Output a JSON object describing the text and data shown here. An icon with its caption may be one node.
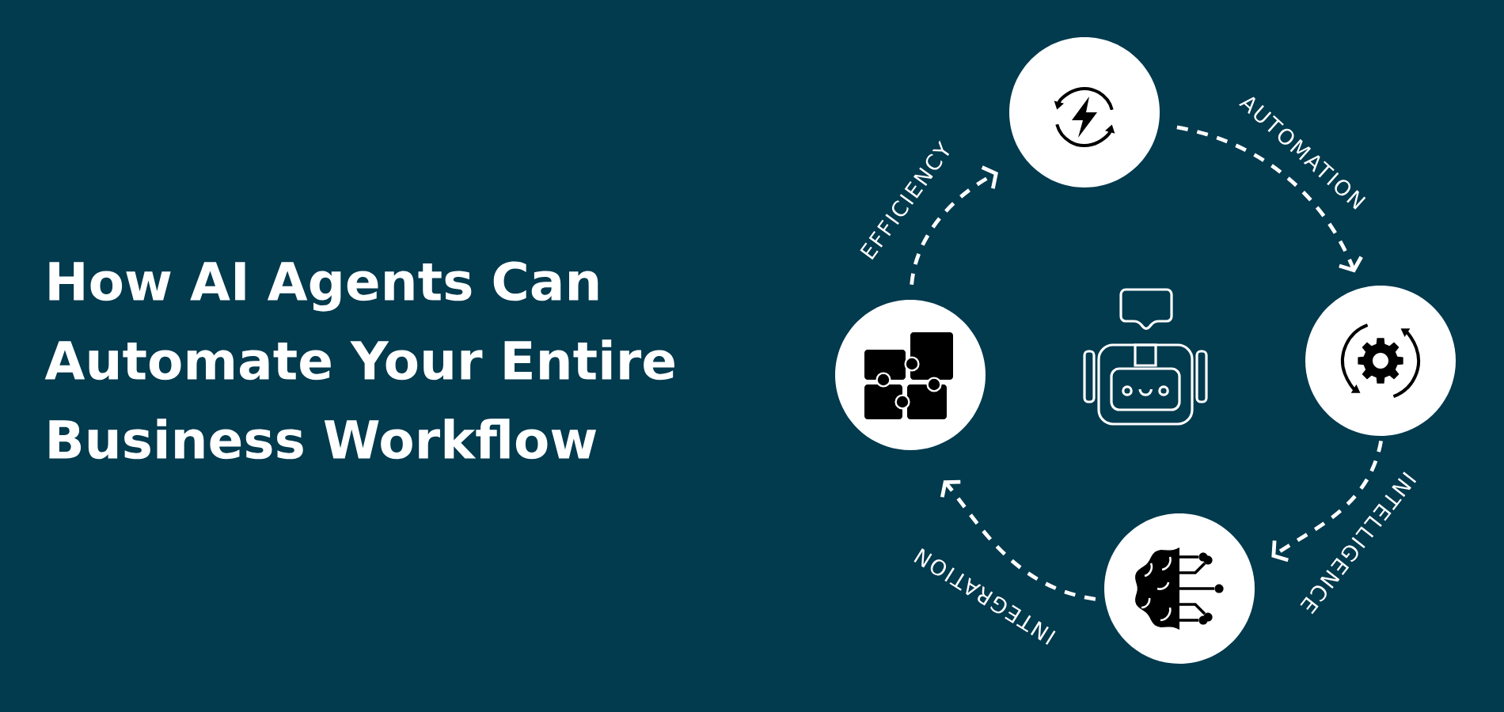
{
  "diagram": {
    "title": "How AI Agents Can Automate Your Entire Business Workflow",
    "nodes": [
      {
        "text": [],
        "shape": "circle"
      },
      {
        "text": [],
        "shape": "circle"
      },
      {
        "text": [],
        "shape": "circle"
      },
      {
        "text": [],
        "shape": "circle"
      }
    ],
    "edges": [
      {
        "from": 0,
        "to": 2,
        "arrow": "to",
        "label": "AUTOMATION",
        "style": "dashed"
      },
      {
        "from": 2,
        "to": 3,
        "arrow": "to",
        "label": "INTELLIGENCE",
        "style": "dashed"
      },
      {
        "from": 3,
        "to": 1,
        "arrow": "to",
        "label": "INTEGRATION",
        "style": "dashed"
      },
      {
        "from": 1,
        "to": 0,
        "arrow": "to",
        "label": "EFFICIENCY",
        "style": "dashed"
      }
    ]
  }
}
